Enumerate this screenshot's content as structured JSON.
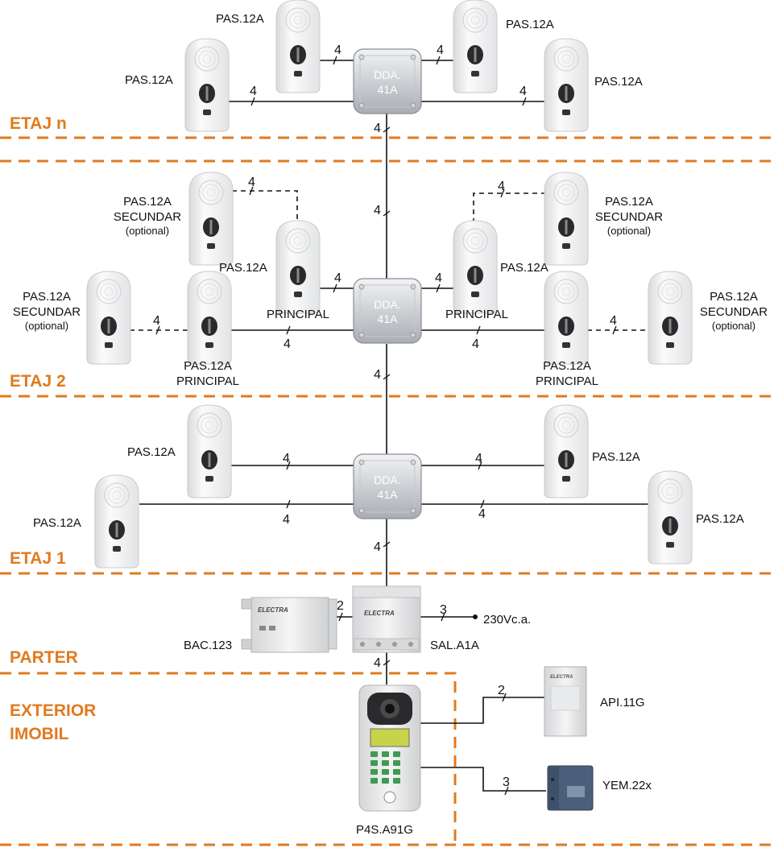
{
  "colors": {
    "accent": "#e07a1f",
    "wire": "#111111"
  },
  "floors": {
    "etaj_n": "ETAJ n",
    "etaj_2": "ETAJ 2",
    "etaj_1": "ETAJ 1",
    "parter": "PARTER",
    "exterior_1": "EXTERIOR",
    "exterior_2": "IMOBIL"
  },
  "devices": {
    "pas": "PAS.12A",
    "secundar": "SECUNDAR",
    "optional": "(optional)",
    "principal": "PRINCIPAL",
    "dda_1": "DDA.",
    "dda_2": "41A",
    "bac": "BAC.123",
    "sal": "SAL.A1A",
    "power": "230Vc.a.",
    "p4s": "P4S.A91G",
    "api": "API.11G",
    "yem": "YEM.22x",
    "brand": "ELECTRA"
  },
  "wires": {
    "four": "4",
    "two": "2",
    "three": "3"
  }
}
